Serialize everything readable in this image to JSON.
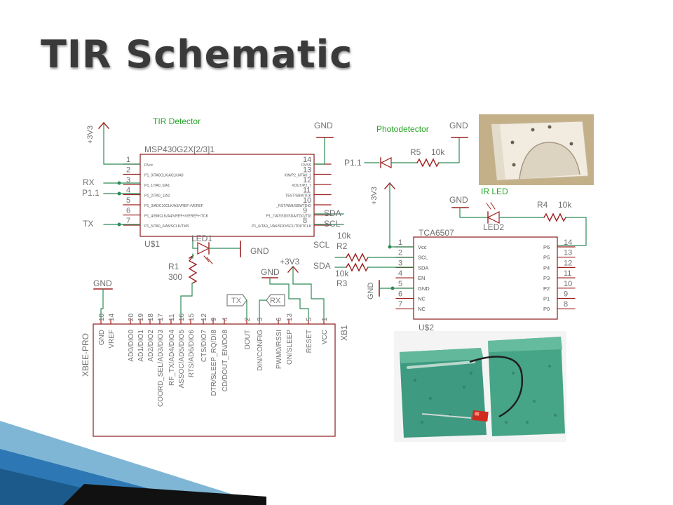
{
  "slide": {
    "title": "TIR Schematic"
  },
  "colors": {
    "wire": "#2e8b57",
    "part": "#8b1a1a",
    "label": "#707070",
    "heading": "#28a428",
    "net": "#1e8a3e"
  },
  "headings": {
    "tir_detector": "TIR Detector",
    "photodetector": "Photodetector",
    "ir_led": "IR LED"
  },
  "msp430": {
    "name": "MSP430G2X[2/3]1",
    "ref": "U$1",
    "left_pins": [
      "1",
      "2",
      "3",
      "4",
      "5",
      "6",
      "7"
    ],
    "right_pins": [
      "14",
      "13",
      "12",
      "11",
      "10",
      "9",
      "8"
    ],
    "left_texts": [
      "DVcc",
      "P1_0/TA0CLK/ACLK/A0",
      "P1_1/TA0_0/A1",
      "P1_2/TA0_1/A2",
      "P1_3/ADC10CLK/A3/VREF-/VEREF",
      "P1_4/SMCLK/A4/VREF+/VEREF+/TCK",
      "P1_5/TA0_0/A5/SCLK/TMS"
    ],
    "right_texts": [
      "DVSS",
      "XIN/P2_6/TA0_1",
      "XOUT/P2_7",
      "TEST/SBWTCK",
      "_RST/NMI/SBWTDIO",
      "P1_7/A7/SDI/SDA/TDO/TDI",
      "P1_6/TA0_1/A6/SDO/SCL/TDI/TCLK"
    ],
    "net_rx": "RX",
    "net_p11": "P1.1",
    "net_tx": "TX",
    "net_sda": "SDA",
    "net_scl": "SCL"
  },
  "power": {
    "v33_a": "+3V3",
    "v33_b": "+3V3",
    "v33_c": "+3V3",
    "gnd_1": "GND",
    "gnd_2": "GND",
    "gnd_3": "GND",
    "gnd_4": "GND",
    "gnd_5": "GND",
    "gnd_6": "GND",
    "gnd_7": "GND"
  },
  "photodetector": {
    "net": "P1.1",
    "ref": "R5",
    "value": "10k"
  },
  "ir_led": {
    "resistor_ref": "R4",
    "resistor_value": "10k",
    "led_ref": "LED2"
  },
  "led1": {
    "ref": "LED1",
    "resistor_ref": "R1",
    "resistor_value": "300"
  },
  "tca": {
    "name": "TCA6507",
    "ref": "U$2",
    "left_pins": [
      "1",
      "2",
      "3",
      "4",
      "5",
      "6",
      "7"
    ],
    "right_pins": [
      "14",
      "13",
      "12",
      "11",
      "10",
      "9",
      "8"
    ],
    "left_texts": [
      "Vcc",
      "SCL",
      "SDA",
      "EN",
      "GND",
      "NC",
      "NC"
    ],
    "right_texts": [
      "P6",
      "P5",
      "P4",
      "P3",
      "P2",
      "P1",
      "P0"
    ],
    "r2_value": "10k",
    "r2_ref": "R2",
    "r3_value": "10k",
    "r3_ref": "R3",
    "net_scl": "SCL",
    "net_sda": "SDA"
  },
  "xbee": {
    "name": "XBEE-PRO",
    "ref": "XB1",
    "pins": [
      "10",
      "14",
      "20",
      "19",
      "18",
      "17",
      "11",
      "16",
      "15",
      "12",
      "9",
      "4",
      "2",
      "3",
      "6",
      "13",
      "5",
      "1"
    ],
    "signals": [
      "GND",
      "VREF",
      "AD0/DIO0",
      "AD1/DIO1",
      "AD2/DIO2",
      "COORD_SEL/AD3/DIO3",
      "RF_TX/AD4/DIO4",
      "ASSOC/AD5/DIO5",
      "RTS/AD6/DIO6",
      "CTS/DIO7",
      "DTR/SLEEP_RQ/DI8",
      "CD/DOUT_EN/DO8",
      "DOUT",
      "DIN/CONFIG",
      "PWM0/RSSI",
      "ON/SLEEP",
      "RESET",
      "VCC"
    ],
    "flag_tx": "TX",
    "flag_rx": "RX"
  }
}
